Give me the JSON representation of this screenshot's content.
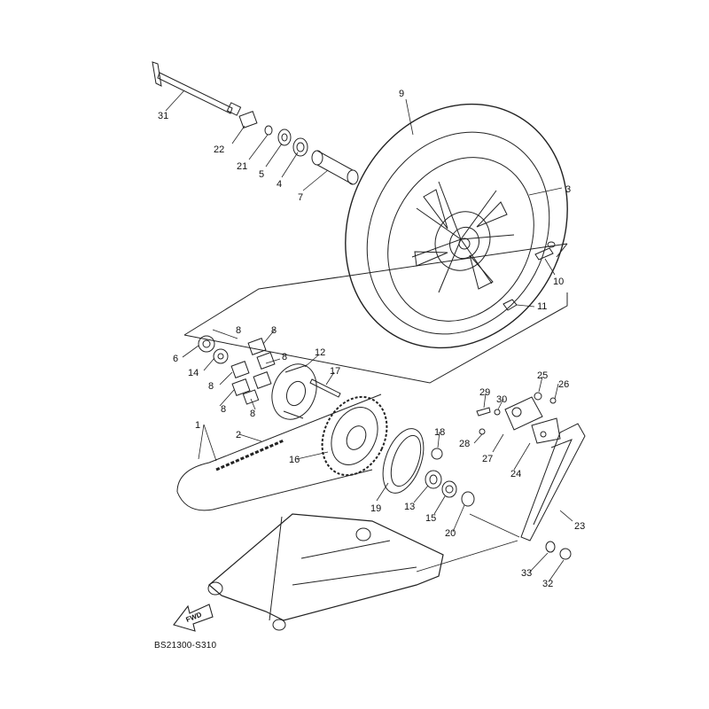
{
  "diagram": {
    "callouts": {
      "c1": "1",
      "c2": "2",
      "c3": "3",
      "c4": "4",
      "c5": "5",
      "c6": "6",
      "c7": "7",
      "c8": "8",
      "c9": "9",
      "c10": "10",
      "c11": "11",
      "c12": "12",
      "c13": "13",
      "c14": "14",
      "c15": "15",
      "c16": "16",
      "c17": "17",
      "c18": "18",
      "c19": "19",
      "c20": "20",
      "c21": "21",
      "c22": "22",
      "c23": "23",
      "c24": "24",
      "c25": "25",
      "c26": "26",
      "c27": "27",
      "c28": "28",
      "c29": "29",
      "c30": "30",
      "c31": "31",
      "c32": "32",
      "c33": "33"
    },
    "fwd_label": "FWD",
    "drawing_code": "BS21300-S310"
  }
}
